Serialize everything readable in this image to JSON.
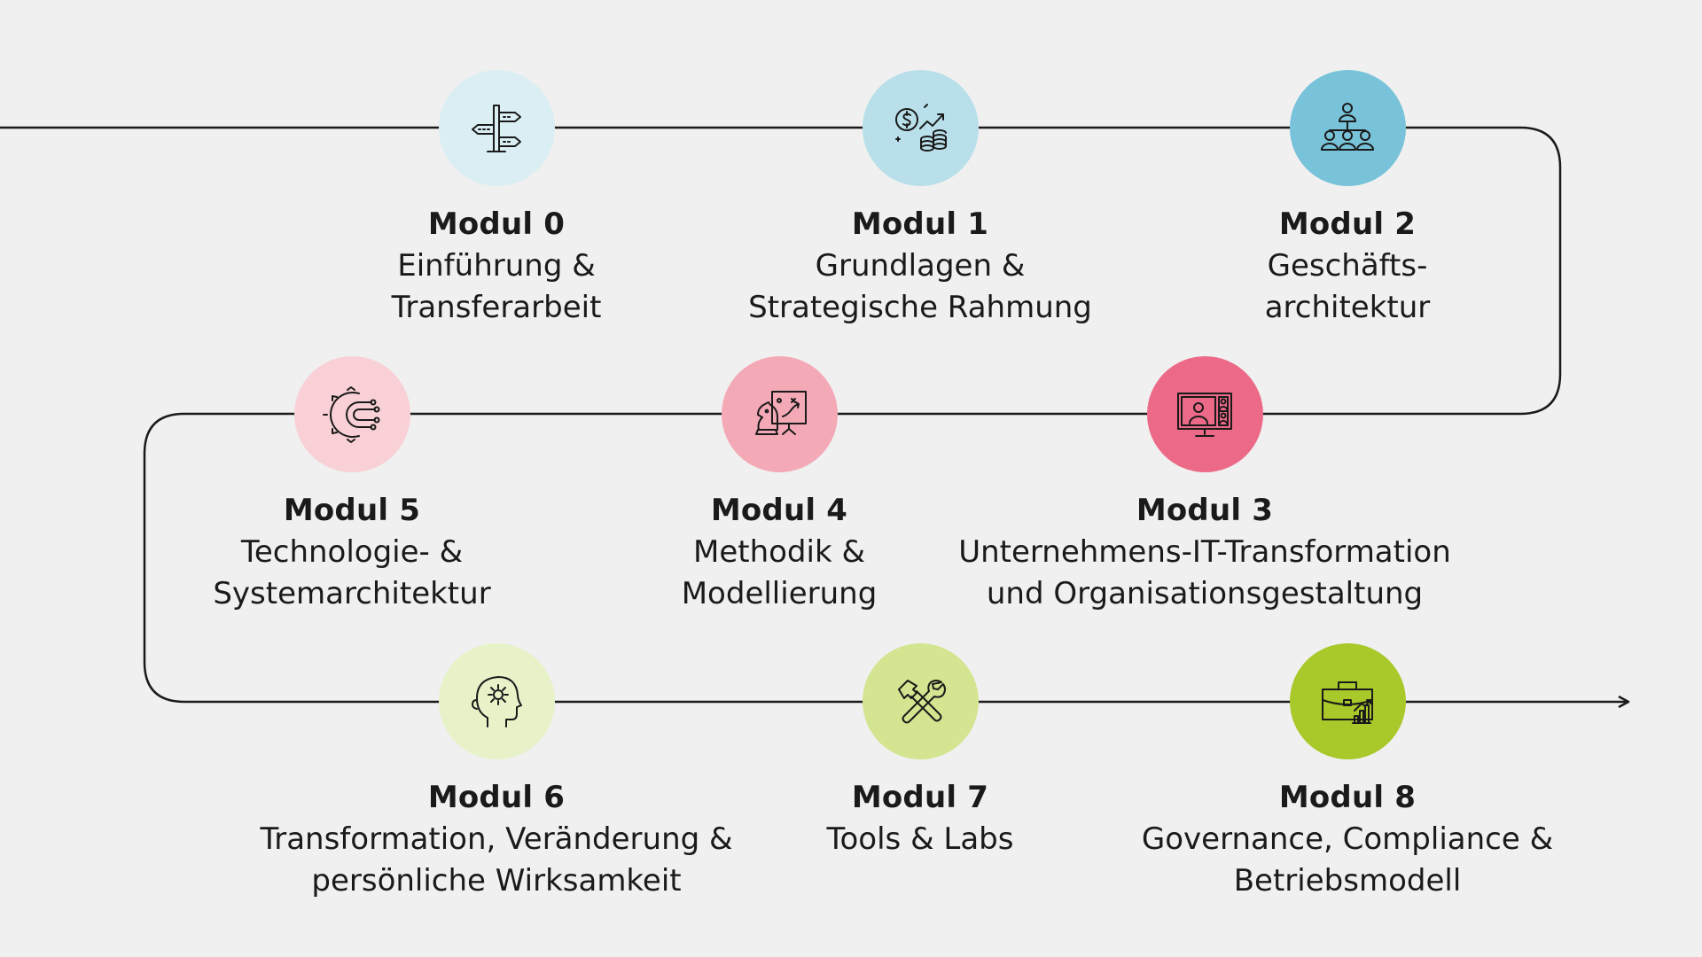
{
  "modules": [
    {
      "title": "Modul 0",
      "desc": "Einführung &\nTransferarbeit",
      "color": "#dbeef3",
      "icon": "signpost-icon"
    },
    {
      "title": "Modul 1",
      "desc": "Grundlagen &\nStrategische Rahmung",
      "color": "#b9e0ea",
      "icon": "finance-growth-icon"
    },
    {
      "title": "Modul 2",
      "desc": "Geschäfts-\narchitektur",
      "color": "#78c3d9",
      "icon": "org-chart-icon"
    },
    {
      "title": "Modul 3",
      "desc": "Unternehmens-IT-Transformation\nund Organisationsgestaltung",
      "color": "#ec6a88",
      "icon": "video-meeting-icon"
    },
    {
      "title": "Modul 4",
      "desc": "Methodik &\nModellierung",
      "color": "#f4a9b7",
      "icon": "strategy-board-icon"
    },
    {
      "title": "Modul 5",
      "desc": "Technologie- &\nSystemarchitektur",
      "color": "#f8d0d6",
      "icon": "gear-circuit-icon"
    },
    {
      "title": "Modul 6",
      "desc": "Transformation, Veränderung &\npersönliche Wirksamkeit",
      "color": "#e7f2c8",
      "icon": "head-gear-icon"
    },
    {
      "title": "Modul 7",
      "desc": "Tools & Labs",
      "color": "#d3e590",
      "icon": "hammer-wrench-icon"
    },
    {
      "title": "Modul 8",
      "desc": "Governance, Compliance &\nBetriebsmodell",
      "color": "#a9c82a",
      "icon": "briefcase-chart-icon"
    }
  ]
}
